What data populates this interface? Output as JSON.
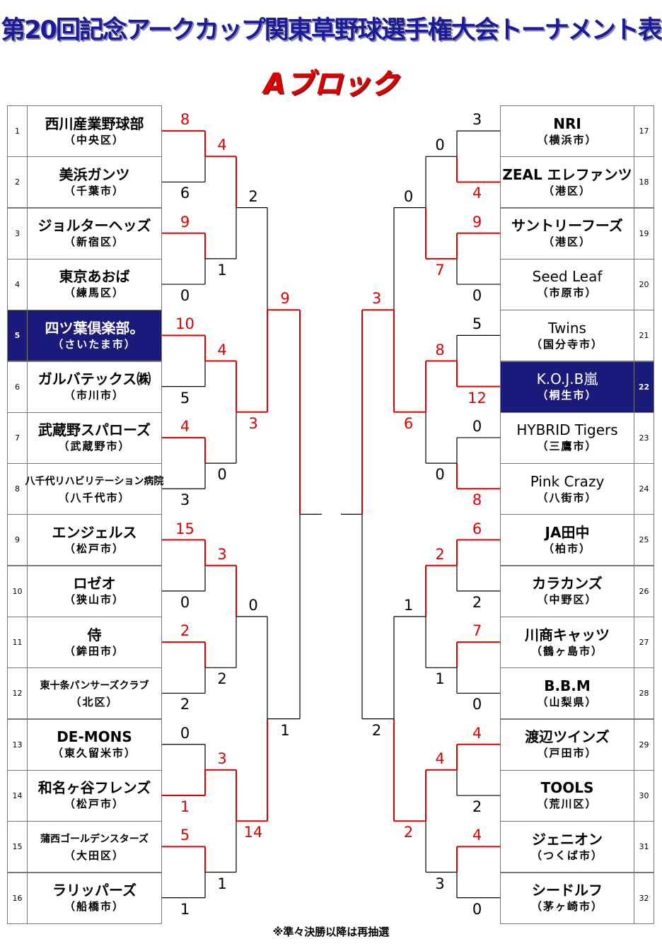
{
  "title": "第20回記念アークカップ関東草野球選手権大会トーナメント表",
  "block": "Aブロック",
  "note": "※準々決勝以降は再抽選",
  "colors": {
    "winner": "#e00000",
    "highlight": "#1a1a7a"
  },
  "teams": [
    {
      "no": "1",
      "name": "西川産業野球部",
      "city": "（中央区）"
    },
    {
      "no": "2",
      "name": "美浜ガンツ",
      "city": "（千葉市）"
    },
    {
      "no": "3",
      "name": "ジョルターヘッズ",
      "city": "（新宿区）"
    },
    {
      "no": "4",
      "name": "東京あおば",
      "city": "（練馬区）"
    },
    {
      "no": "5",
      "name": "四ツ葉倶楽部。",
      "city": "（さいたま市）"
    },
    {
      "no": "6",
      "name": "ガルバテックス㈱",
      "city": "（市川市）"
    },
    {
      "no": "7",
      "name": "武蔵野スパローズ",
      "city": "（武蔵野市）"
    },
    {
      "no": "8",
      "name": "八千代リハビリテーション病院",
      "city": "（八千代市）"
    },
    {
      "no": "9",
      "name": "エンジェルス",
      "city": "（松戸市）"
    },
    {
      "no": "10",
      "name": "ロゼオ",
      "city": "（狭山市）"
    },
    {
      "no": "11",
      "name": "侍",
      "city": "（鉾田市）"
    },
    {
      "no": "12",
      "name": "東十条パンサーズクラブ",
      "city": "（北区）"
    },
    {
      "no": "13",
      "name": "DE-MONS",
      "city": "（東久留米市）"
    },
    {
      "no": "14",
      "name": "和名ヶ谷フレンズ",
      "city": "（松戸市）"
    },
    {
      "no": "15",
      "name": "蒲西ゴールデンスターズ",
      "city": "（大田区）"
    },
    {
      "no": "16",
      "name": "ラリッパーズ",
      "city": "（船橋市）"
    },
    {
      "no": "17",
      "name": "NRI",
      "city": "（横浜市）"
    },
    {
      "no": "18",
      "name": "ZEAL エレファンツ",
      "city": "（港区）"
    },
    {
      "no": "19",
      "name": "サントリーフーズ",
      "city": "（港区）"
    },
    {
      "no": "20",
      "name": "Seed Leaf",
      "city": "（市原市）"
    },
    {
      "no": "21",
      "name": "Twins",
      "city": "（国分寺市）"
    },
    {
      "no": "22",
      "name": "K.O.J.B嵐",
      "city": "（桐生市）"
    },
    {
      "no": "23",
      "name": "HYBRID Tigers",
      "city": "（三鷹市）"
    },
    {
      "no": "24",
      "name": "Pink Crazy",
      "city": "（八街市）"
    },
    {
      "no": "25",
      "name": "JA田中",
      "city": "（柏市）"
    },
    {
      "no": "26",
      "name": "カラカンズ",
      "city": "（中野区）"
    },
    {
      "no": "27",
      "name": "川商キャッツ",
      "city": "（鶴ヶ島市）"
    },
    {
      "no": "28",
      "name": "B.B.M",
      "city": "（山梨県）"
    },
    {
      "no": "29",
      "name": "渡辺ツインズ",
      "city": "（戸田市）"
    },
    {
      "no": "30",
      "name": "TOOLS",
      "city": "（荒川区）"
    },
    {
      "no": "31",
      "name": "ジェニオン",
      "city": "（つくば市）"
    },
    {
      "no": "32",
      "name": "シードルフ",
      "city": "（茅ヶ崎市）"
    }
  ],
  "scores": {
    "left": {
      "r1": [
        [
          "8",
          "6"
        ],
        [
          "9",
          "0"
        ],
        [
          "10",
          "5"
        ],
        [
          "4",
          "3"
        ],
        [
          "15",
          "0"
        ],
        [
          "2",
          "2"
        ],
        [
          "0",
          "1"
        ],
        [
          "5",
          "1"
        ]
      ],
      "r2": [
        [
          "4",
          "1"
        ],
        [
          "4",
          "0"
        ],
        [
          "3",
          "2"
        ],
        [
          "3",
          "1"
        ]
      ],
      "r3": [
        [
          "2",
          "3"
        ],
        [
          "0",
          "14"
        ]
      ],
      "r4": [
        [
          "9",
          "1"
        ]
      ]
    },
    "right": {
      "r1": [
        [
          "3",
          "4"
        ],
        [
          "9",
          "0"
        ],
        [
          "5",
          "12"
        ],
        [
          "0",
          "8"
        ],
        [
          "6",
          "2"
        ],
        [
          "7",
          "0"
        ],
        [
          "4",
          "2"
        ],
        [
          "4",
          "0"
        ]
      ],
      "r2": [
        [
          "0",
          "7"
        ],
        [
          "8",
          "0"
        ],
        [
          "2",
          "1"
        ],
        [
          "4",
          "3"
        ]
      ],
      "r3": [
        [
          "0",
          "6"
        ],
        [
          "1",
          "2"
        ]
      ],
      "r4": [
        [
          "3",
          "2"
        ]
      ]
    }
  }
}
